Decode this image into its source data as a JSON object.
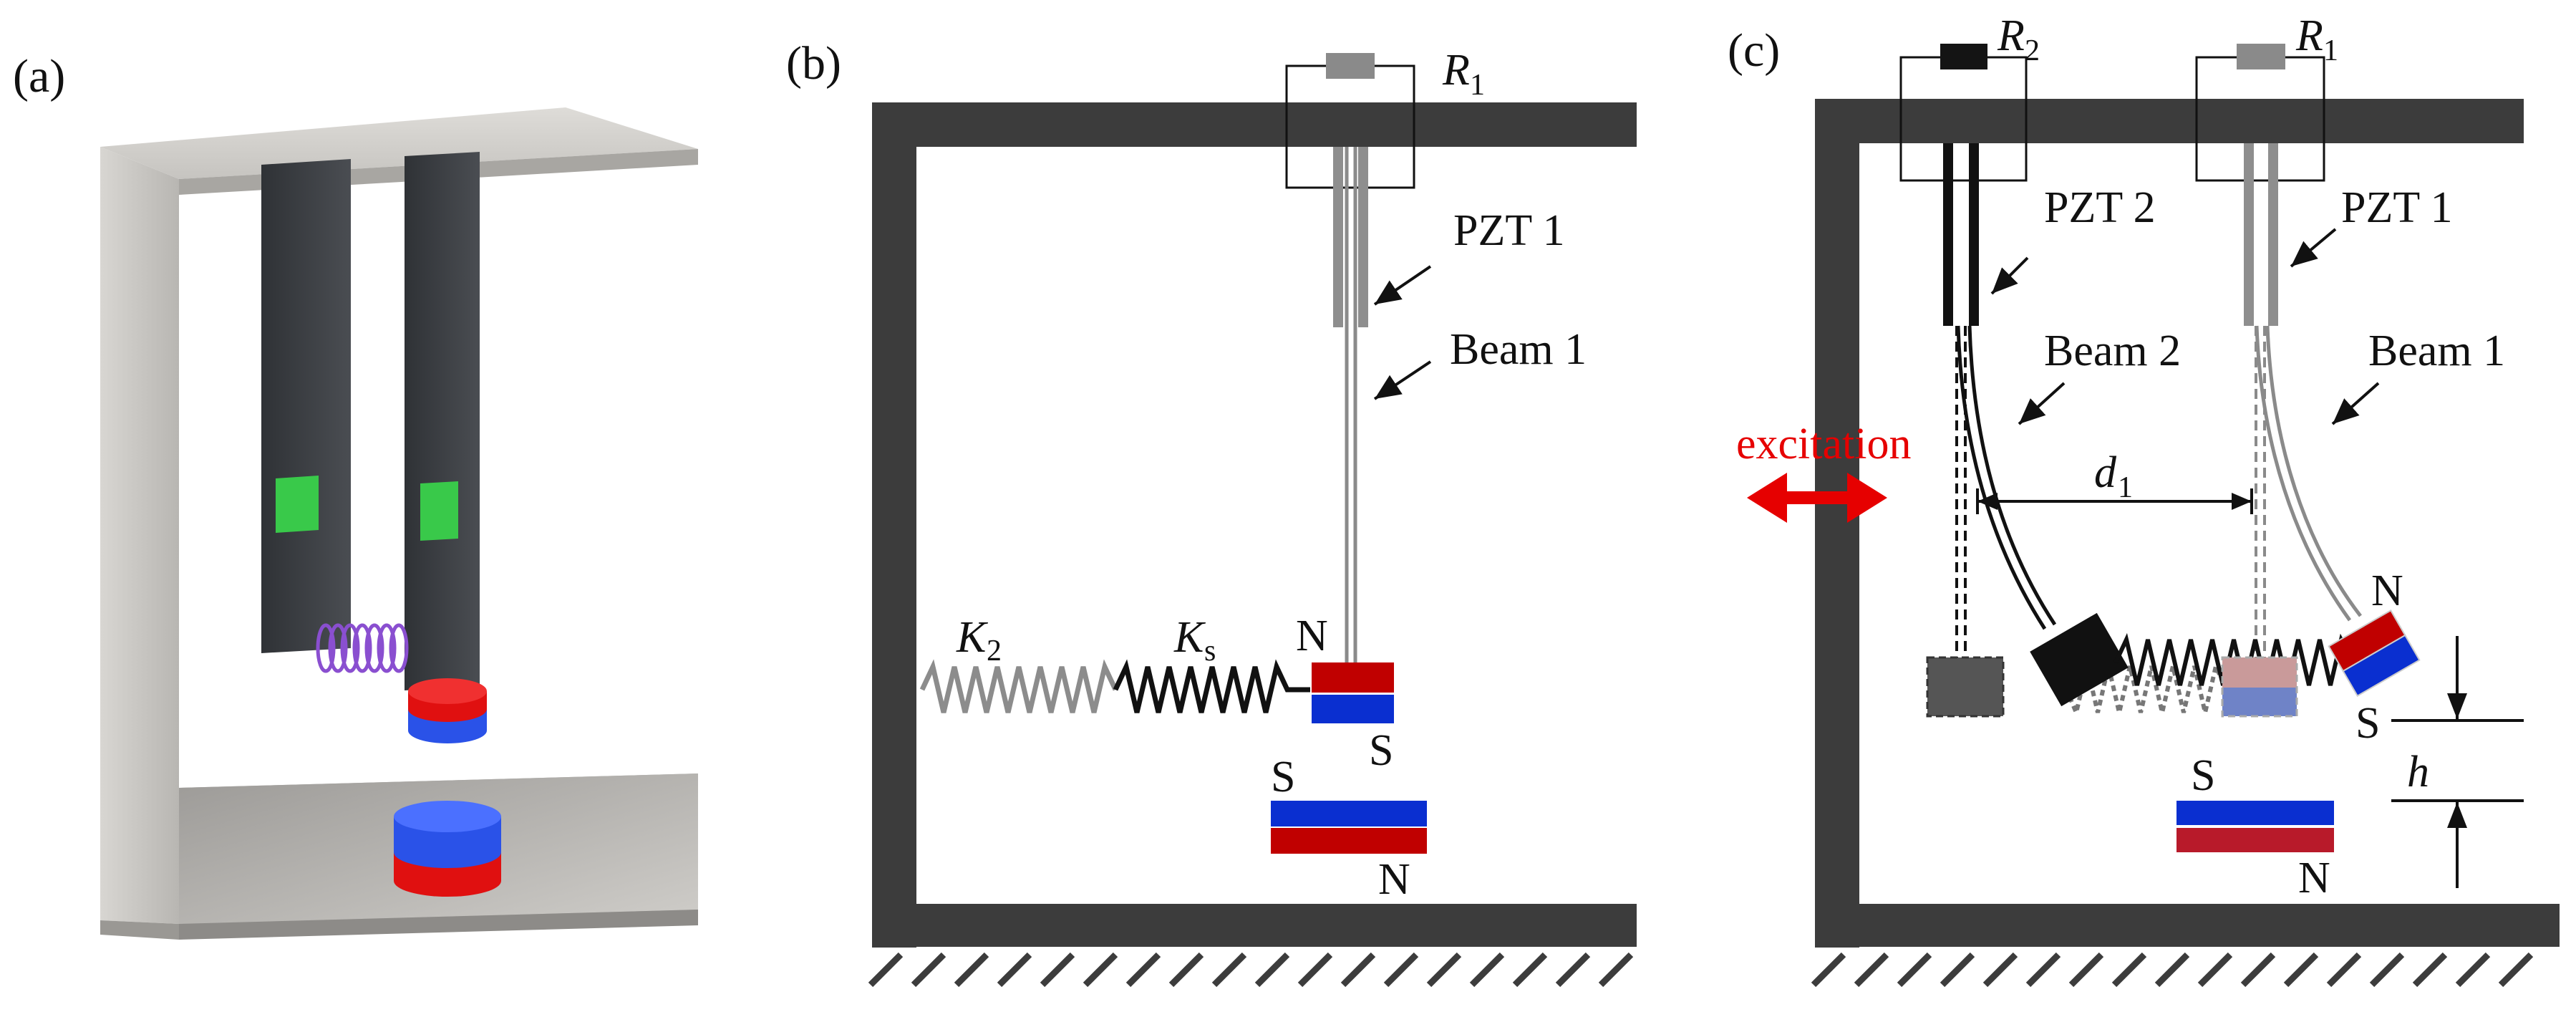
{
  "panels": {
    "a": {
      "label": "(a)"
    },
    "b": {
      "label": "(b)",
      "resistor": {
        "letter": "R",
        "index": "1"
      },
      "pzt": "PZT 1",
      "beam": "Beam 1",
      "spring_far": {
        "letter": "K",
        "index": "2"
      },
      "spring_near": {
        "letter": "K",
        "index": "s"
      },
      "moving_magnet": {
        "top": "N",
        "bottom": "S"
      },
      "fixed_magnet": {
        "top": "S",
        "bottom": "N"
      }
    },
    "c": {
      "label": "(c)",
      "resistor2": {
        "letter": "R",
        "index": "2"
      },
      "resistor1": {
        "letter": "R",
        "index": "1"
      },
      "pzt2": "PZT 2",
      "pzt1": "PZT 1",
      "beam2": "Beam 2",
      "beam1": "Beam 1",
      "excitation": "excitation",
      "distance": {
        "letter": "d",
        "index": "1"
      },
      "gap": "h",
      "moving_magnet": {
        "top": "N",
        "bottom": "S"
      },
      "fixed_magnet": {
        "top": "S",
        "bottom": "N"
      }
    }
  },
  "colors": {
    "frame": "#3c3c3c",
    "magnet_red": "#c00000",
    "magnet_blue": "#0a2fd0",
    "excitation_arrow": "#e60000",
    "patch_green": "#39c94a",
    "beam_dark": "#3d4044",
    "support_grey": "#c6c4c0"
  }
}
